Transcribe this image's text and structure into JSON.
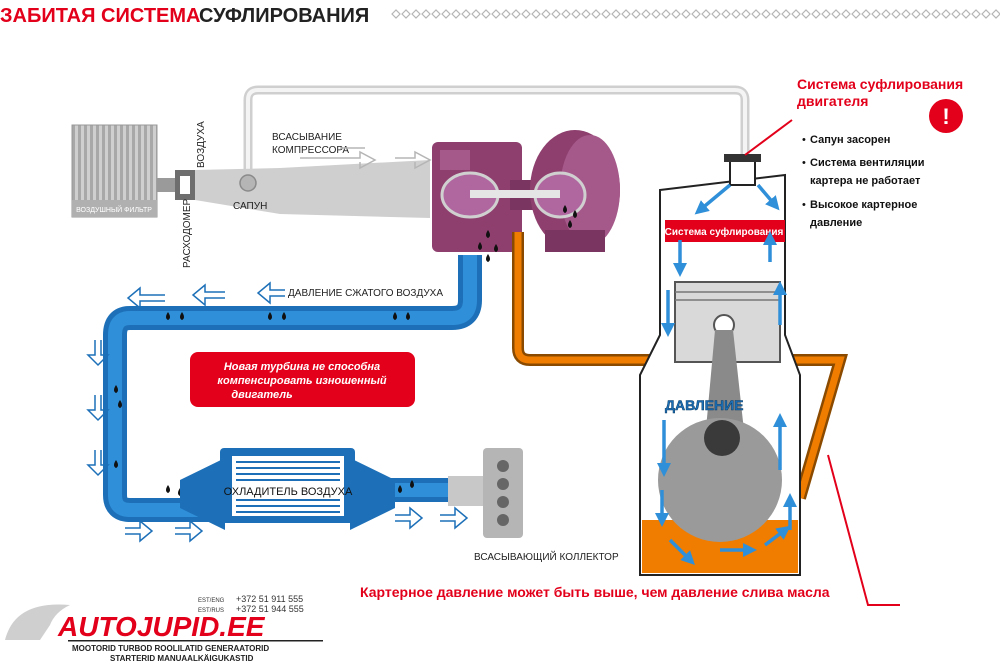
{
  "title": {
    "part1": "ЗАБИТАЯ СИСТЕМА",
    "part2": "СУФЛИРОВАНИЯ"
  },
  "labels": {
    "air_filter": "ВОЗДУШНЫЙ ФИЛЬТР",
    "flowmeter": "РАСХОДОМЕР",
    "air": "ВОЗДУХА",
    "compressor_suction_1": "ВСАСЫВАНИЕ",
    "compressor_suction_2": "КОМПРЕССОРА",
    "breather": "САПУН",
    "compressed_air_pressure": "ДАВЛЕНИЕ СЖАТОГО ВОЗДУХА",
    "intercooler": "ОХЛАДИТЕЛЬ ВОЗДУХА",
    "intake_manifold": "ВСАСЫВАЮЩИЙ КОЛЛЕКТОР",
    "blowby_system": "Система суфлирования",
    "pressure": "ДАВЛЕНИЕ"
  },
  "warning": {
    "title_line1": "Система суфлирования",
    "title_line2": "двигателя",
    "items": [
      "Сапун засорен",
      "Система вентиляции",
      "картера не работает",
      "Высокое картерное",
      "давление"
    ]
  },
  "turbo_note": {
    "line1": "Новая турбина не способна",
    "line2": "компенсировать изношенный",
    "line3": "двигатель"
  },
  "crankcase_note": "Картерное давление может быть выше, чем давление слива масла",
  "logo": {
    "brand": "AUTOJUPID.EE",
    "tagline1": "MOOTORID TURBOD ROOLILATID GENERAATORID",
    "tagline2": "STARTERID MANUAALKÄIGUKASTID",
    "phone_est_label": "EST/ENG",
    "phone_est": "+372 51 911 555",
    "phone_rus_label": "EST/RUS",
    "phone_rus": "+372 51 944 555"
  },
  "colors": {
    "red": "#e2001a",
    "blue": "#1d70b8",
    "orange": "#f07d00",
    "purple": "#8e3f6e",
    "gray_pipe": "#d9d9d9"
  }
}
